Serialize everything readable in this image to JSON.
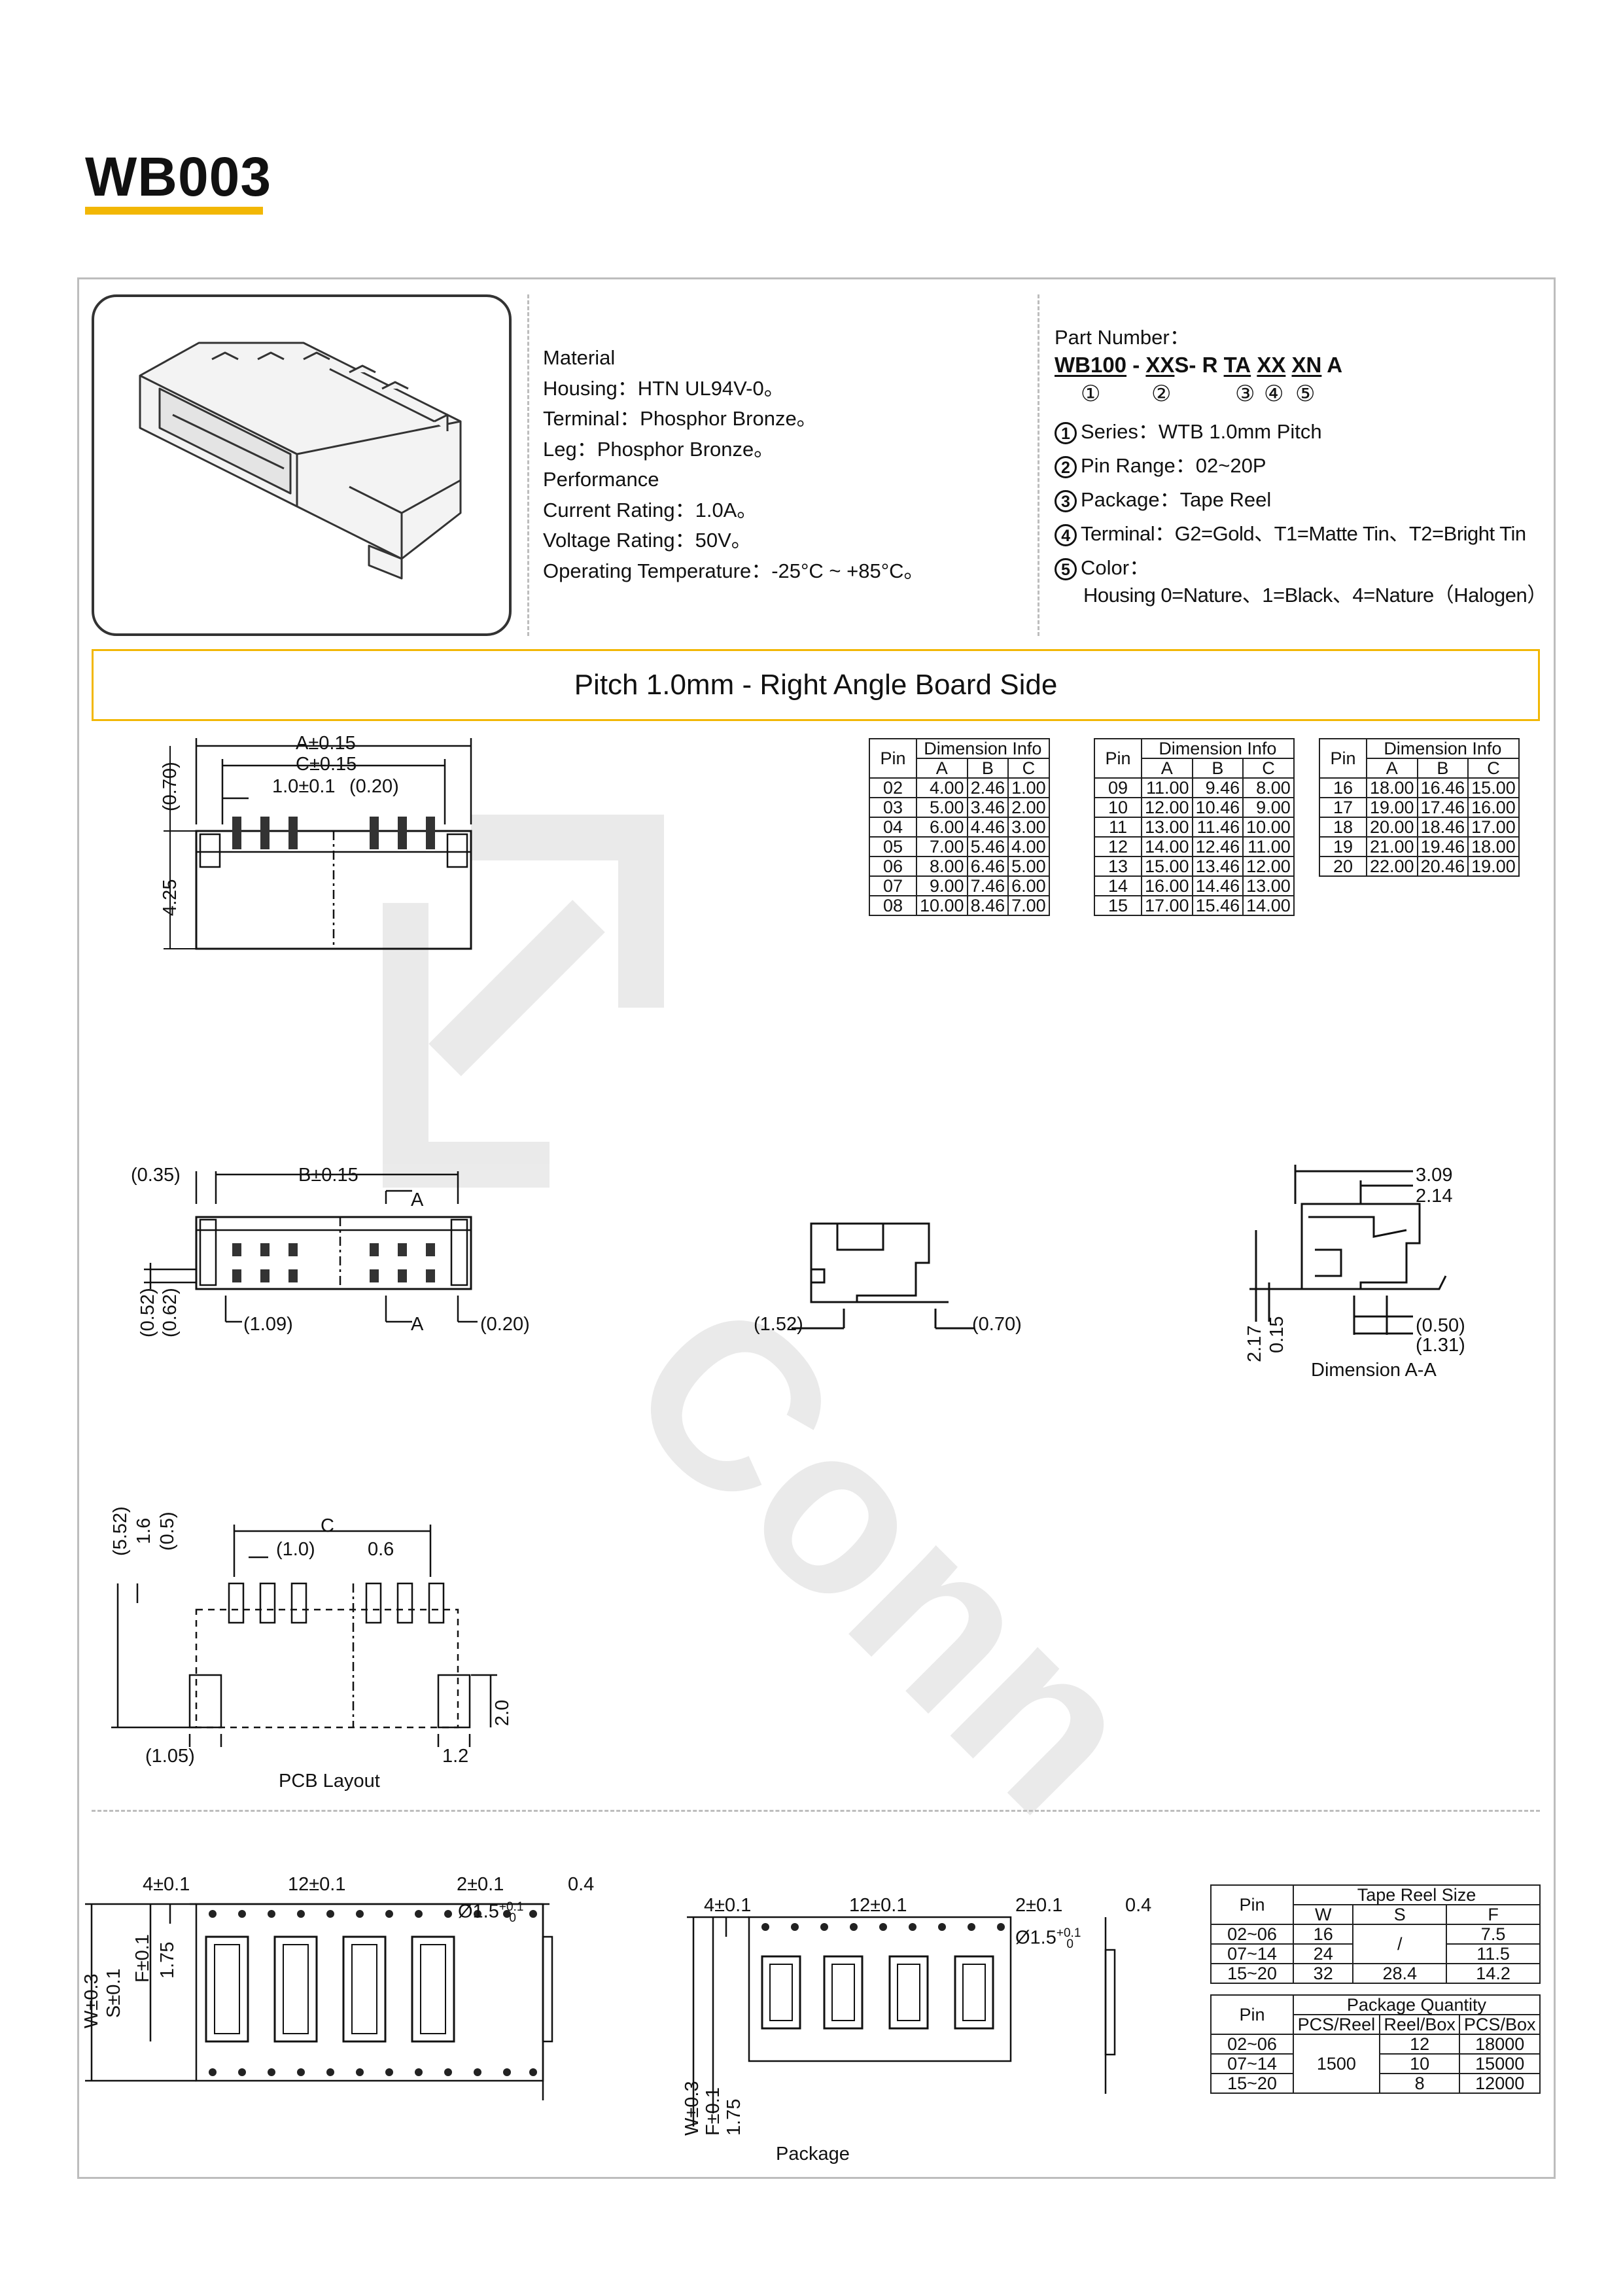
{
  "header": {
    "title": "WB003"
  },
  "materials": {
    "heading": "Material",
    "lines": [
      "Housing：HTN UL94V-0。",
      "Terminal：Phosphor Bronze。",
      "Leg：Phosphor Bronze。"
    ],
    "performance_heading": "Performance",
    "perf_lines": [
      "Current Rating：1.0A。",
      "Voltage Rating：50V。",
      "Operating Temperature：-25°C ~ +85°C。"
    ]
  },
  "part_number": {
    "label": "Part Number：",
    "code": {
      "p1": "WB100",
      "d1": " - ",
      "p2": "XX",
      "p3": "S",
      "d2": "- R ",
      "p4": "TA",
      "p5": "XX",
      "p6": "XN",
      "p7": " A"
    },
    "markers": [
      "①",
      "②",
      "③",
      "④",
      "⑤"
    ],
    "items": [
      {
        "num": "1",
        "text": "Series：WTB 1.0mm Pitch"
      },
      {
        "num": "2",
        "text": "Pin Range：02~20P"
      },
      {
        "num": "3",
        "text": "Package：Tape Reel"
      },
      {
        "num": "4",
        "text": "Terminal：G2=Gold、T1=Matte Tin、T2=Bright Tin"
      },
      {
        "num": "5",
        "text": "Color："
      }
    ],
    "color_detail": "Housing 0=Nature、1=Black、4=Nature（Halogen）"
  },
  "section_title": "Pitch 1.0mm - Right Angle Board Side",
  "dimension_tables": {
    "header_pin": "Pin",
    "header_info": "Dimension Info",
    "cols": [
      "A",
      "B",
      "C"
    ],
    "t1": [
      [
        "02",
        "4.00",
        "2.46",
        "1.00"
      ],
      [
        "03",
        "5.00",
        "3.46",
        "2.00"
      ],
      [
        "04",
        "6.00",
        "4.46",
        "3.00"
      ],
      [
        "05",
        "7.00",
        "5.46",
        "4.00"
      ],
      [
        "06",
        "8.00",
        "6.46",
        "5.00"
      ],
      [
        "07",
        "9.00",
        "7.46",
        "6.00"
      ],
      [
        "08",
        "10.00",
        "8.46",
        "7.00"
      ]
    ],
    "t2": [
      [
        "09",
        "11.00",
        "9.46",
        "8.00"
      ],
      [
        "10",
        "12.00",
        "10.46",
        "9.00"
      ],
      [
        "11",
        "13.00",
        "11.46",
        "10.00"
      ],
      [
        "12",
        "14.00",
        "12.46",
        "11.00"
      ],
      [
        "13",
        "15.00",
        "13.46",
        "12.00"
      ],
      [
        "14",
        "16.00",
        "14.46",
        "13.00"
      ],
      [
        "15",
        "17.00",
        "15.46",
        "14.00"
      ]
    ],
    "t3": [
      [
        "16",
        "18.00",
        "16.46",
        "15.00"
      ],
      [
        "17",
        "19.00",
        "17.46",
        "16.00"
      ],
      [
        "18",
        "20.00",
        "18.46",
        "17.00"
      ],
      [
        "19",
        "21.00",
        "19.46",
        "18.00"
      ],
      [
        "20",
        "22.00",
        "20.46",
        "19.00"
      ]
    ]
  },
  "drawing_labels": {
    "top": {
      "a": "A±0.15",
      "c": "C±0.15",
      "pitch": "1.0±0.1",
      "w020": "(0.20)",
      "h070": "(0.70)",
      "h425": "4.25"
    },
    "front": {
      "d035": "(0.35)",
      "b": "B±0.15",
      "a": "A",
      "a2": "A",
      "d052": "(0.52)",
      "d062": "(0.62)",
      "d109": "(1.09)",
      "d020": "(0.20)"
    },
    "side": {
      "d152": "(1.52)",
      "d070": "(0.70)"
    },
    "section": {
      "d309": "3.09",
      "d214": "2.14",
      "d217": "2.17",
      "d015": "0.15",
      "d050": "(0.50)",
      "d131": "(1.31)",
      "caption": "Dimension A-A"
    },
    "pcb": {
      "d552": "(5.52)",
      "d16": "1.6",
      "d05": "(0.5)",
      "c": "C",
      "d10": "(1.0)",
      "d06": "0.6",
      "d20": "2.0",
      "d105": "(1.05)",
      "d12": "1.2",
      "caption": "PCB Layout"
    },
    "tape1": {
      "d4": "4±0.1",
      "d12": "12±0.1",
      "d2": "2±0.1",
      "d04": "0.4",
      "hole": "Ø1.5",
      "hole_tol": "+0.1",
      "hole_tol2": "0",
      "w": "W±0.3",
      "s": "S±0.1",
      "f": "F±0.1",
      "d175": "1.75"
    },
    "tape2": {
      "d4": "4±0.1",
      "d12": "12±0.1",
      "d2": "2±0.1",
      "d04": "0.4",
      "hole": "Ø1.5",
      "hole_tol": "+0.1",
      "hole_tol2": "0",
      "w": "W±0.3",
      "f": "F±0.1",
      "d175": "1.75",
      "caption": "Package"
    }
  },
  "tape_reel": {
    "header_pin": "Pin",
    "header_title": "Tape Reel Size",
    "cols": [
      "W",
      "S",
      "F"
    ],
    "rows": [
      [
        "02~06",
        "16",
        "",
        "7.5"
      ],
      [
        "07~14",
        "24",
        "/",
        "11.5"
      ],
      [
        "15~20",
        "32",
        "28.4",
        "14.2"
      ]
    ]
  },
  "package_qty": {
    "header_pin": "Pin",
    "header_title": "Package Quantity",
    "cols": [
      "PCS/Reel",
      "Reel/Box",
      "PCS/Box"
    ],
    "pcs_reel": "1500",
    "rows": [
      [
        "02~06",
        "12",
        "18000"
      ],
      [
        "07~14",
        "10",
        "15000"
      ],
      [
        "15~20",
        "8",
        "12000"
      ]
    ]
  },
  "watermark": {
    "text": "Conn"
  },
  "colors": {
    "accent": "#f2b705",
    "frame": "#bdbdbd",
    "ink": "#111111"
  }
}
